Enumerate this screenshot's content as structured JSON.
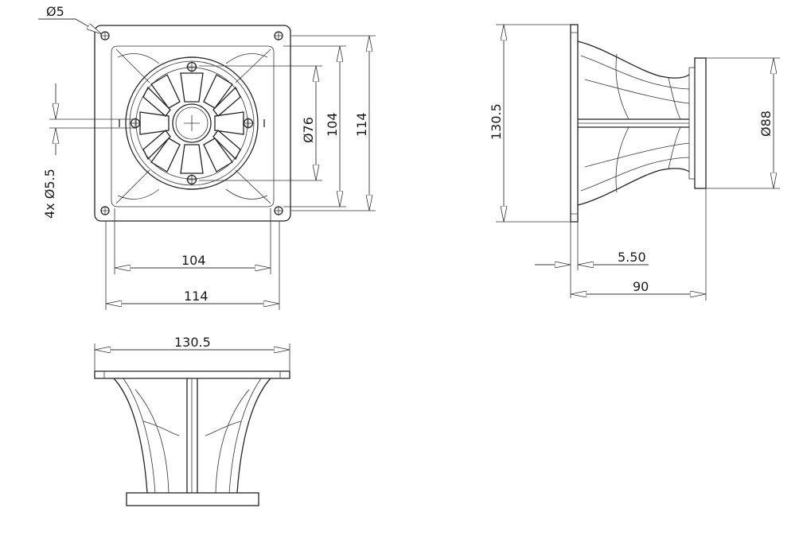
{
  "front_view": {
    "hole_dia_label": "Ø5",
    "mount_holes_label": "4x Ø5.5",
    "throat_dia_label": "Ø76",
    "inner_v_label": "104",
    "outer_v_label": "114",
    "inner_h_label": "104",
    "outer_h_label": "114"
  },
  "side_view": {
    "height_label": "130.5",
    "flange_dia_label": "Ø88",
    "thickness_label": "5.50",
    "length_label": "90"
  },
  "top_view": {
    "width_label": "130.5"
  }
}
